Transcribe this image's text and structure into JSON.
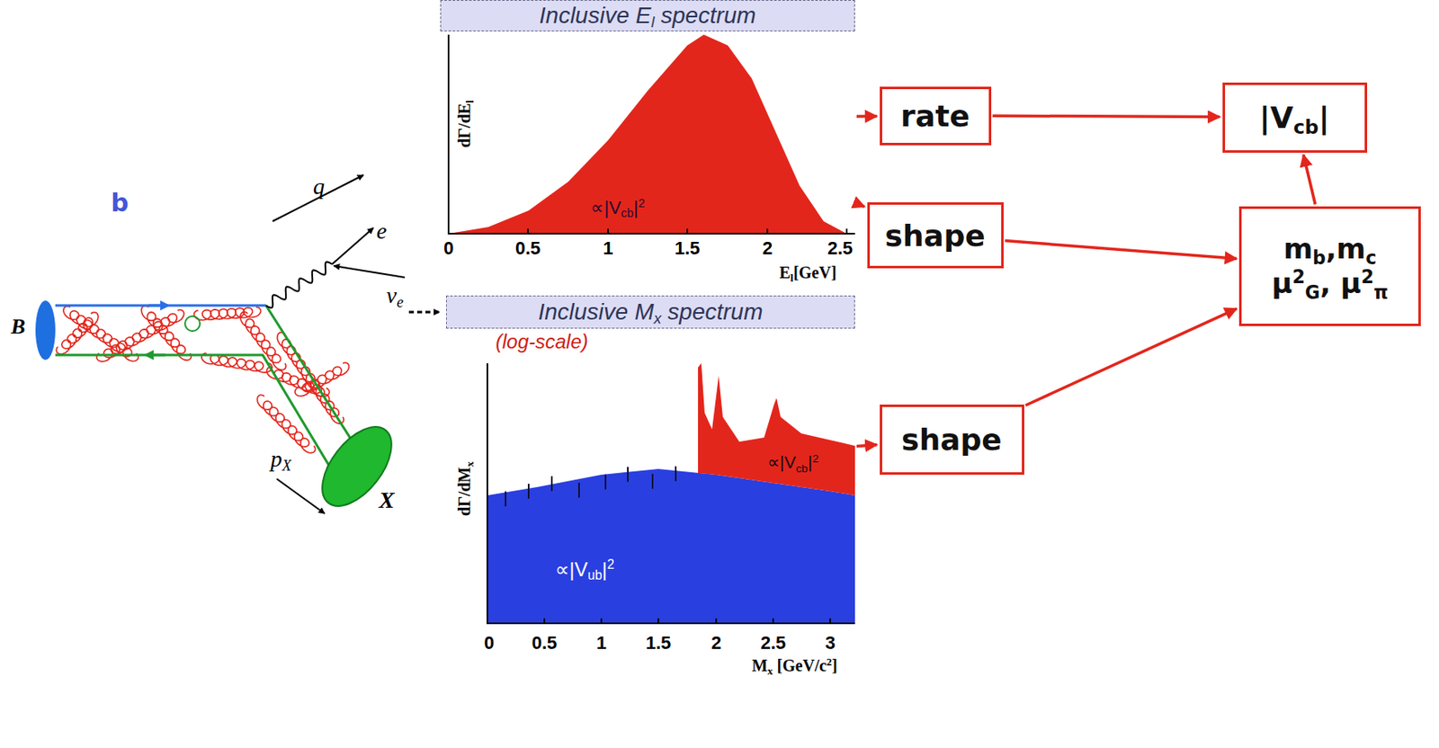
{
  "diagram": {
    "nodes": [
      {
        "text": [
          "Inclusive El spectrum"
        ]
      },
      {
        "text": [
          "rate"
        ]
      },
      {
        "text": [
          "|Vcb|"
        ]
      },
      {
        "text": [
          "shape"
        ]
      },
      {
        "text": [
          "mb,mc μ2G, μ2π"
        ]
      },
      {
        "text": [
          "Inclusive Mx spectrum"
        ]
      },
      {
        "text": [
          "shape"
        ]
      }
    ],
    "edges": [
      {
        "from": 0,
        "to": 1,
        "arrow": "to"
      },
      {
        "from": 0,
        "to": 3,
        "arrow": "to"
      },
      {
        "from": 1,
        "to": 2,
        "arrow": "to"
      },
      {
        "from": 3,
        "to": 4,
        "arrow": "to"
      },
      {
        "from": 4,
        "to": 2,
        "arrow": "to"
      },
      {
        "from": 5,
        "to": 6,
        "arrow": "to"
      },
      {
        "from": 6,
        "to": 4,
        "arrow": "to"
      }
    ],
    "labels": [
      "b",
      "q",
      "e",
      "νe",
      "B",
      "pX",
      "X",
      "dΓ/dEl",
      "∝|Vcb|2",
      "0",
      "0.5",
      "1",
      "1.5",
      "2",
      "2.5",
      "El[GeV]",
      "(log-scale)",
      "dΓ/dMx",
      "∝|Vcb|2",
      "∝|Vub|2",
      "0",
      "0.5",
      "1",
      "1.5",
      "2",
      "2.5",
      "3",
      "Mx [GeV/c2]"
    ]
  }
}
